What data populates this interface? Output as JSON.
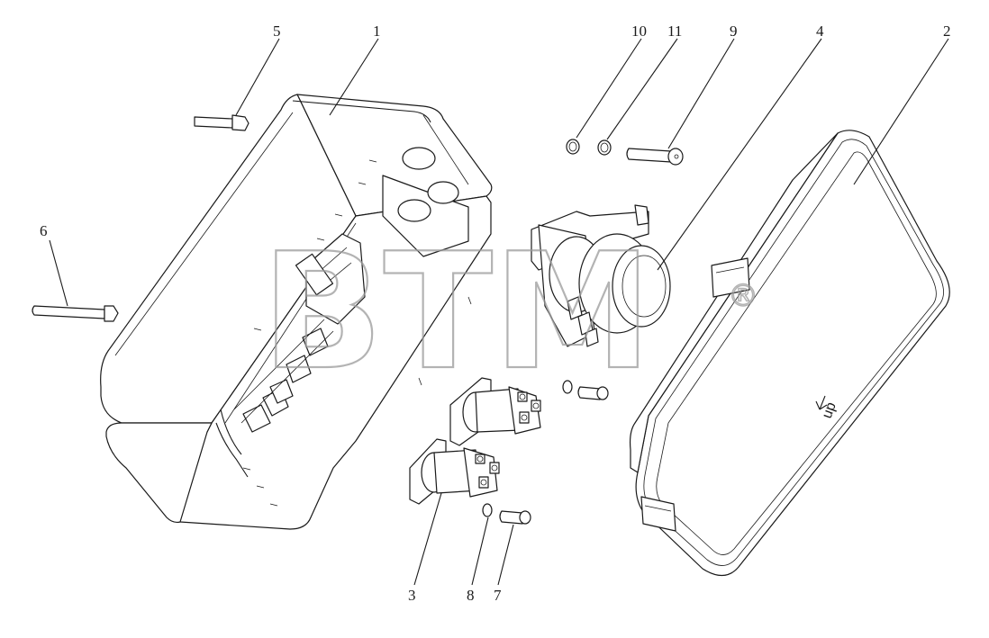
{
  "diagram": {
    "callouts": [
      {
        "id": "c1",
        "label": "1"
      },
      {
        "id": "c2",
        "label": "2"
      },
      {
        "id": "c3",
        "label": "3"
      },
      {
        "id": "c4",
        "label": "4"
      },
      {
        "id": "c5",
        "label": "5"
      },
      {
        "id": "c6",
        "label": "6"
      },
      {
        "id": "c7",
        "label": "7"
      },
      {
        "id": "c8",
        "label": "8"
      },
      {
        "id": "c9",
        "label": "9"
      },
      {
        "id": "c10",
        "label": "10"
      },
      {
        "id": "c11",
        "label": "11"
      }
    ],
    "watermark": {
      "text": "BTM",
      "registered_mark": "®"
    },
    "lid_marking": {
      "text": "up",
      "arrow": "arrow-icon"
    }
  }
}
